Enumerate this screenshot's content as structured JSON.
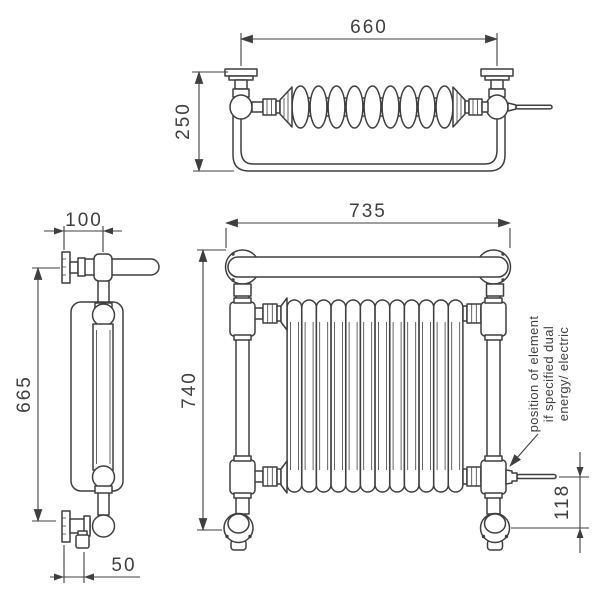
{
  "dimensions": {
    "top_view": {
      "width": "660",
      "depth": "250"
    },
    "side_view": {
      "wall_projection": "100",
      "height": "665",
      "bottom_offset": "50"
    },
    "front_view": {
      "width": "735",
      "height": "740",
      "element_offset": "118"
    }
  },
  "annotation": {
    "line1": "position of element",
    "line2": "if specified dual",
    "line3": "energy/ electric"
  },
  "colors": {
    "line": "#3f3f3f",
    "background": "#ffffff"
  }
}
